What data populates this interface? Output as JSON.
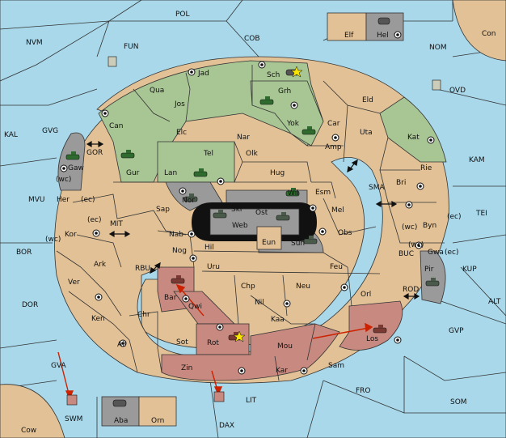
{
  "colors": {
    "sea": "#a8d8ea",
    "land": "#e2c196",
    "green_power": "#a8c594",
    "red_power": "#c88a80",
    "gray_power": "#9a9a9a",
    "arrow": "#cc2200"
  },
  "labels": {
    "pol": "POL",
    "nvm": "NVM",
    "fun": "FUN",
    "cob": "COB",
    "elf": "Elf",
    "hel": "Hel",
    "con": "Con",
    "nom": "NOM",
    "ovd": "OVD",
    "kal": "KAL",
    "gvg": "GVG",
    "gor": "GOR",
    "gaw": "Gaw",
    "mvu": "MVU",
    "her": "Her",
    "wc1": "(wc)",
    "ec1": "(ec)",
    "ec2": "(ec)",
    "mit": "MIT",
    "kor": "Kor",
    "wc2": "(wc)",
    "bor": "BOR",
    "ark": "Ark",
    "ver": "Ver",
    "dor": "DOR",
    "ken": "Ken",
    "ail": "Ail",
    "gva": "GVA",
    "swm": "SWM",
    "cow": "Cow",
    "aba": "Aba",
    "orn": "Orn",
    "dax": "DAX",
    "lit": "LIT",
    "fro": "FRO",
    "som": "SOM",
    "gvp": "GVP",
    "alt": "ALT",
    "kup": "KUP",
    "tei": "TEI",
    "kam": "KAM",
    "sma": "SMA",
    "buc": "BUC",
    "rod": "ROD",
    "jad": "Jad",
    "sch": "Sch",
    "qua": "Qua",
    "jos": "Jos",
    "grh": "Grh",
    "eld": "Eld",
    "can": "Can",
    "elc": "Elc",
    "nar": "Nar",
    "yok": "Yok",
    "car": "Car",
    "uta": "Uta",
    "kat": "Kat",
    "tel": "Tel",
    "olk": "Olk",
    "amp": "Amp",
    "gur": "Gur",
    "lan": "Lan",
    "hug": "Hug",
    "rie": "Rie",
    "bri": "Bri",
    "nor": "Nor",
    "sap": "Sap",
    "skr": "Skr",
    "ost": "Ost",
    "wil": "Wil",
    "esm": "Esm",
    "mel": "Mel",
    "web": "Web",
    "nab": "Nab",
    "hil": "Hil",
    "eun": "Eun",
    "sun": "Sun",
    "obs": "Obs",
    "byn": "Byn",
    "wc3": "(wc)",
    "ec3": "(ec)",
    "gwa": "Gwa",
    "ec4": "(ec)",
    "wc4": "(wc)",
    "pir": "Pir",
    "nog": "Nog",
    "rbu": "RBU",
    "uru": "Uru",
    "feu": "Feu",
    "bar": "Bar",
    "chp": "Chp",
    "neu": "Neu",
    "orl": "Orl",
    "qwi": "Qwi",
    "nil": "Nil",
    "chr": "Chr",
    "kaa": "Kaa",
    "los": "Los",
    "rot": "Rot",
    "sot": "Sot",
    "mou": "Mou",
    "zin": "Zin",
    "kar": "Kar",
    "sam": "Sam"
  }
}
